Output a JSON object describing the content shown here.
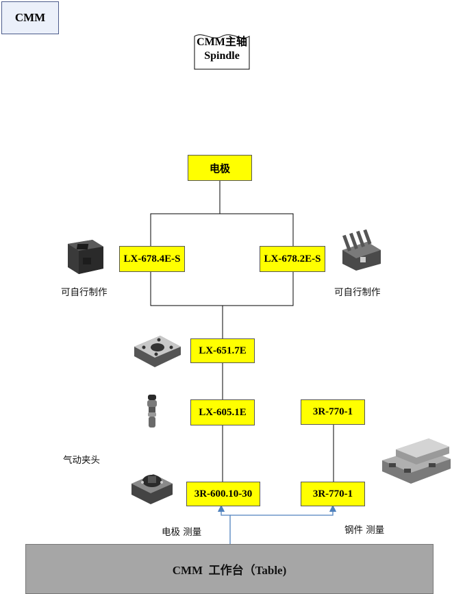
{
  "header": {
    "cmm_label": "CMM"
  },
  "spindle": {
    "line1": "CMM主轴",
    "line2": "Spindle"
  },
  "nodes": {
    "electrode": "电极",
    "left_holder": "LX-678.4E-S",
    "right_holder": "LX-678.2E-S",
    "adapter": "LX-651.7E",
    "chuck_pin": "LX-605.1E",
    "chuck_pneumatic": "3R-600.10-30",
    "steel_top": "3R-770-1",
    "steel_bottom": "3R-770-1"
  },
  "captions": {
    "left_custom": "可自行制作",
    "right_custom": "可自行制作",
    "pneumatic_chuck": "气动夹头",
    "electrode_measure": "电极 测量",
    "steel_measure": "钢件 测量"
  },
  "table": {
    "label": "CMM  工作台（Table)"
  },
  "colors": {
    "box_fill": "#ffff00",
    "table_fill": "#a6a6a6",
    "arrow": "#4f81bd"
  }
}
